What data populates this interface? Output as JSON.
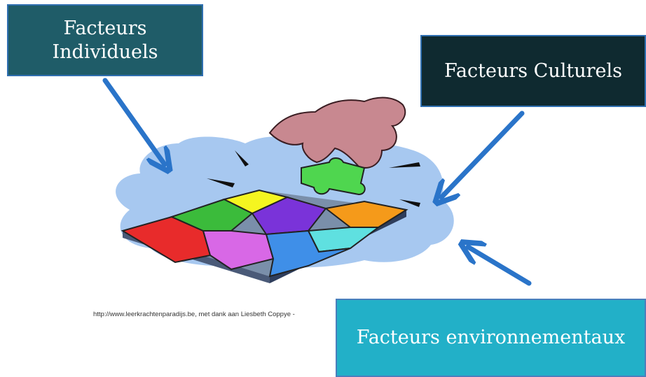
{
  "labels": {
    "individual": "Facteurs\nIndividuels",
    "cultural": "Facteurs Culturels",
    "environmental": "Facteurs environnementaux"
  },
  "credit": "http://www.leerkrachtenparadijs.be, met dank aan Liesbeth Coppye -",
  "colors": {
    "individual_box": "#1f5c68",
    "cultural_box": "#0f2a30",
    "environmental_box": "#22b0c8",
    "arrow": "#2a74c9",
    "cloud": "#a7c8f0"
  },
  "illustration": {
    "subject": "hand placing a green puzzle piece into a colorful jigsaw puzzle"
  }
}
